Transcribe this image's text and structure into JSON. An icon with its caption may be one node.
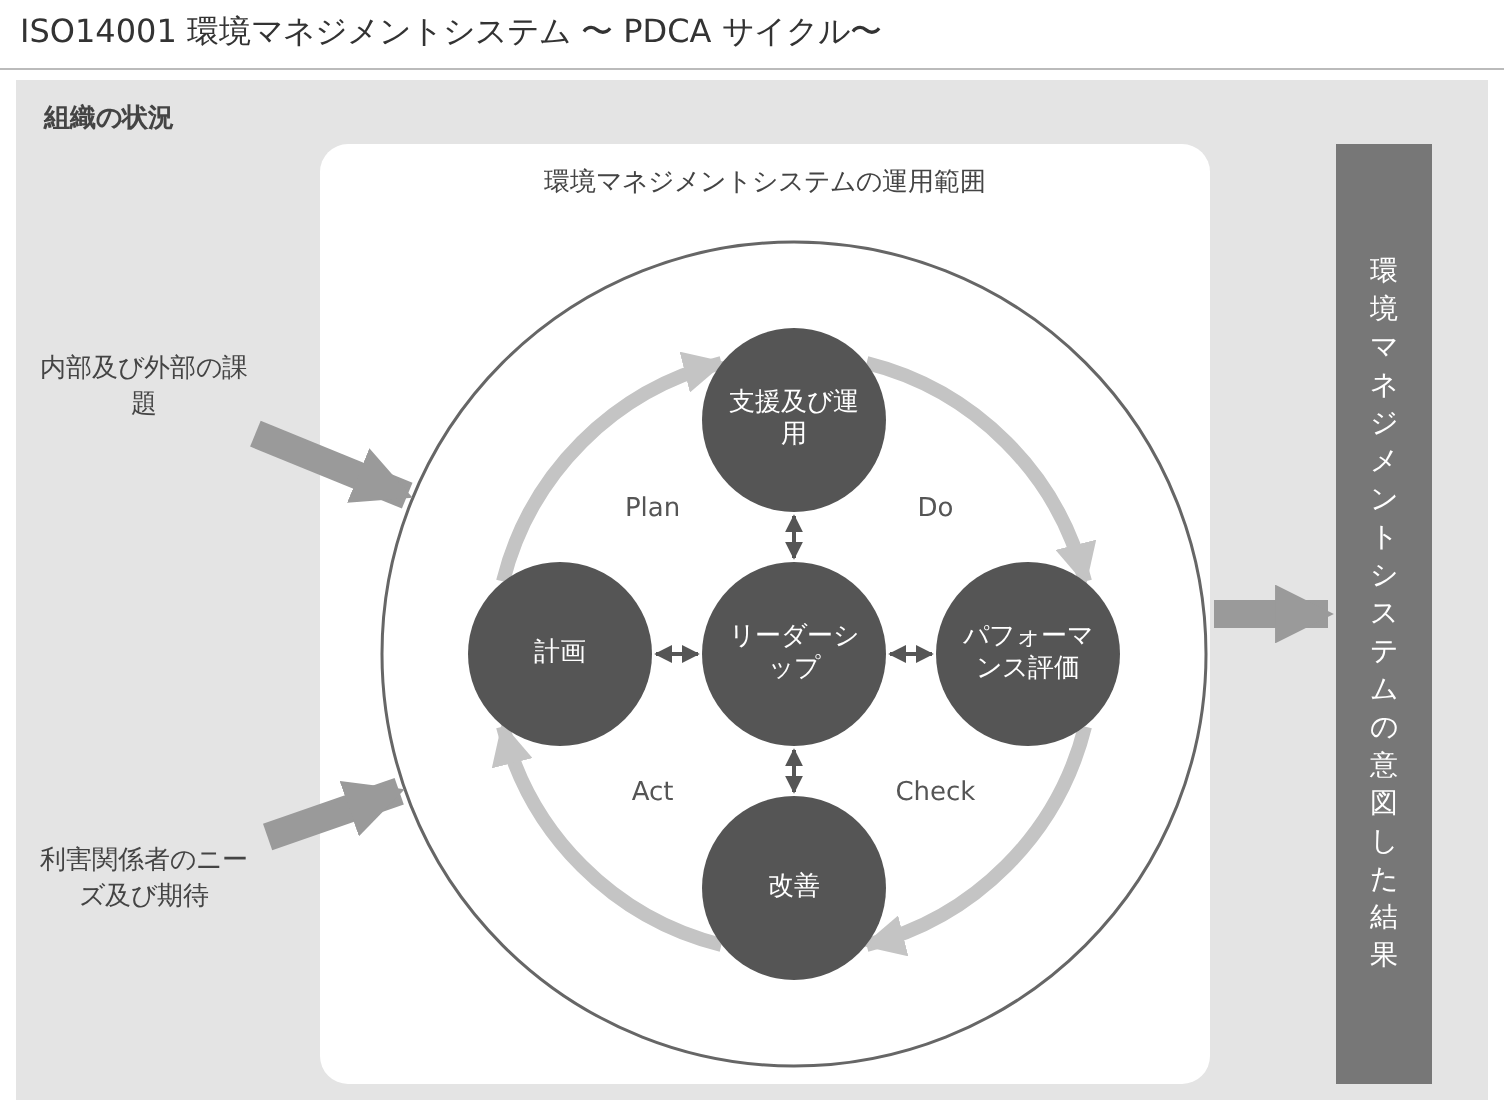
{
  "diagram": {
    "title": "ISO14001 環境マネジメントシステム 〜 PDCA サイクル〜",
    "nodes": [
      {
        "text": [
          "組織の状況"
        ]
      },
      {
        "text": [
          "環境マネジメントシステムの運用範囲"
        ],
        "in": 0
      },
      {
        "text": [],
        "shape": "circle",
        "in": 1
      },
      {
        "text": [
          "支援及び運用"
        ],
        "in": 2
      },
      {
        "text": [
          "計画"
        ],
        "in": 2
      },
      {
        "text": [
          "リーダーシップ"
        ],
        "in": 2
      },
      {
        "text": [
          "パフォーマンス評価"
        ],
        "in": 2
      },
      {
        "text": [
          "改善"
        ],
        "in": 2
      },
      {
        "text": [
          "内部及び外部の課題"
        ],
        "in": 0
      },
      {
        "text": [
          "利害関係者のニーズ及び期待"
        ],
        "in": 0
      },
      {
        "text": [
          "環境マネジメントシステムの意図した結果"
        ],
        "in": 0
      }
    ],
    "edges": [
      {
        "from": 8,
        "to": 2,
        "arrow": "to",
        "style": "thick",
        "color": "#9a9a9a"
      },
      {
        "from": 9,
        "to": 2,
        "arrow": "to",
        "style": "thick",
        "color": "#9a9a9a"
      },
      {
        "from": 1,
        "to": 10,
        "arrow": "to",
        "style": "thick",
        "color": "#9a9a9a"
      },
      {
        "from": 4,
        "to": 3,
        "arrow": "to",
        "label": "Plan",
        "color": "#c4c4c4"
      },
      {
        "from": 3,
        "to": 6,
        "arrow": "to",
        "label": "Do",
        "color": "#c4c4c4"
      },
      {
        "from": 6,
        "to": 7,
        "arrow": "to",
        "label": "Check",
        "color": "#c4c4c4"
      },
      {
        "from": 7,
        "to": 4,
        "arrow": "to",
        "label": "Act",
        "color": "#c4c4c4"
      },
      {
        "from": 5,
        "to": 3,
        "arrow": "both",
        "color": "#555555"
      },
      {
        "from": 5,
        "to": 4,
        "arrow": "both",
        "color": "#555555"
      },
      {
        "from": 5,
        "to": 6,
        "arrow": "both",
        "color": "#555555"
      },
      {
        "from": 5,
        "to": 7,
        "arrow": "both",
        "color": "#555555"
      }
    ]
  }
}
